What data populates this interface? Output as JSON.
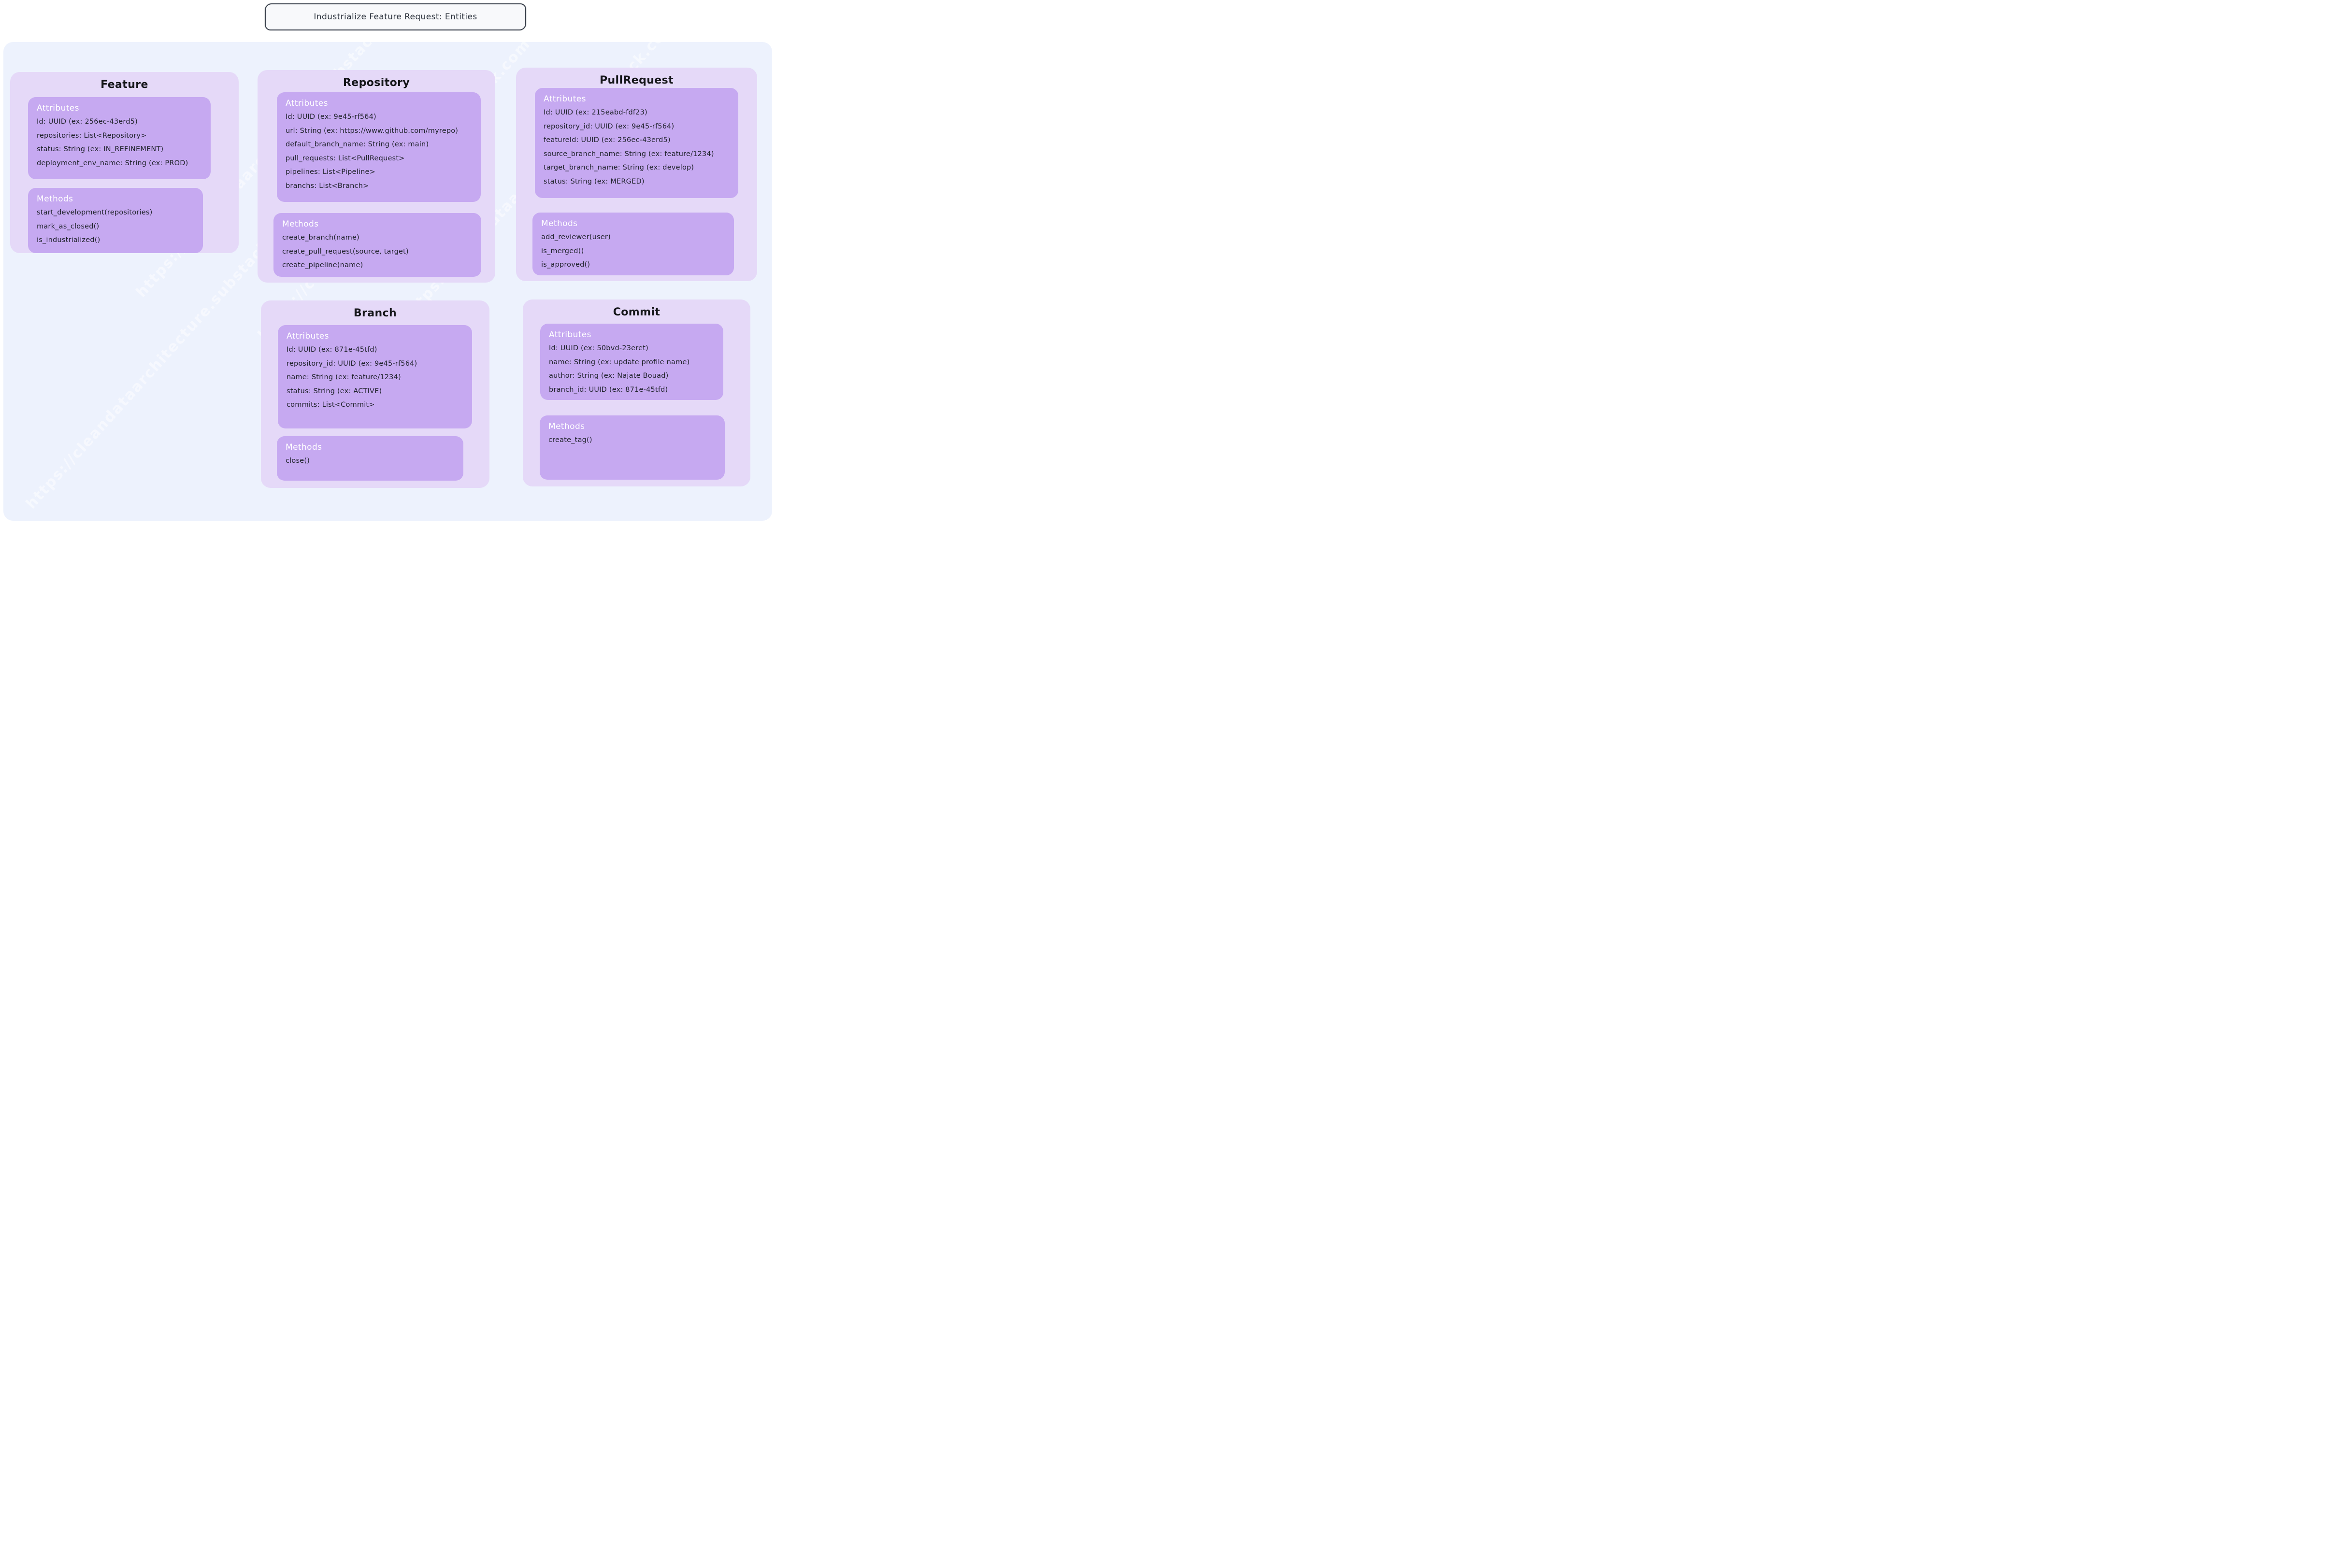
{
  "page": {
    "title": "Industrialize Feature Request: Entities"
  },
  "watermark": {
    "text": "https://cleandataarchitecture.substack.com"
  },
  "colors": {
    "page_bg": "#ffffff",
    "panel_bg": "#edf2fd",
    "entity_bg": "#e5d9f8",
    "section_bg": "#c6a9f1",
    "text_dark": "#21242d",
    "section_label": "#ffffff",
    "title_border": "#39404b",
    "title_bg": "#f8f9fb"
  },
  "entities": [
    {
      "name": "Feature",
      "attributes_label": "Attributes",
      "methods_label": "Methods",
      "attributes": [
        "Id: UUID (ex: 256ec-43erd5)",
        "repositories: List<Repository>",
        "status: String (ex: IN_REFINEMENT)",
        "deployment_env_name: String (ex: PROD)"
      ],
      "methods": [
        "start_development(repositories)",
        "mark_as_closed()",
        "is_industrialized()"
      ]
    },
    {
      "name": "Repository",
      "attributes_label": "Attributes",
      "methods_label": "Methods",
      "attributes": [
        "Id: UUID (ex: 9e45-rf564)",
        "url: String (ex: https://www.github.com/myrepo)",
        "default_branch_name: String (ex: main)",
        "pull_requests: List<PullRequest>",
        "pipelines: List<Pipeline>",
        "branchs: List<Branch>"
      ],
      "methods": [
        "create_branch(name)",
        "create_pull_request(source, target)",
        "create_pipeline(name)"
      ]
    },
    {
      "name": "PullRequest",
      "attributes_label": "Attributes",
      "methods_label": "Methods",
      "attributes": [
        "Id: UUID (ex: 215eabd-fdf23)",
        "repository_id: UUID (ex: 9e45-rf564)",
        "featureId: UUID (ex: 256ec-43erd5)",
        "source_branch_name: String (ex: feature/1234)",
        "target_branch_name: String  (ex: develop)",
        "status: String (ex: MERGED)"
      ],
      "methods": [
        "add_reviewer(user)",
        "is_merged()",
        "is_approved()"
      ]
    },
    {
      "name": "Branch",
      "attributes_label": "Attributes",
      "methods_label": "Methods",
      "attributes": [
        "Id: UUID (ex: 871e-45tfd)",
        "repository_id: UUID (ex: 9e45-rf564)",
        "name: String (ex: feature/1234)",
        "status: String (ex: ACTIVE)",
        "commits: List<Commit>"
      ],
      "methods": [
        "close()"
      ]
    },
    {
      "name": "Commit",
      "attributes_label": "Attributes",
      "methods_label": "Methods",
      "attributes": [
        "Id: UUID (ex: 50bvd-23eret)",
        "name: String (ex: update profile name)",
        "author: String (ex: Najate Bouad)",
        "branch_id: UUID (ex: 871e-45tfd)"
      ],
      "methods": [
        "create_tag()"
      ]
    }
  ]
}
